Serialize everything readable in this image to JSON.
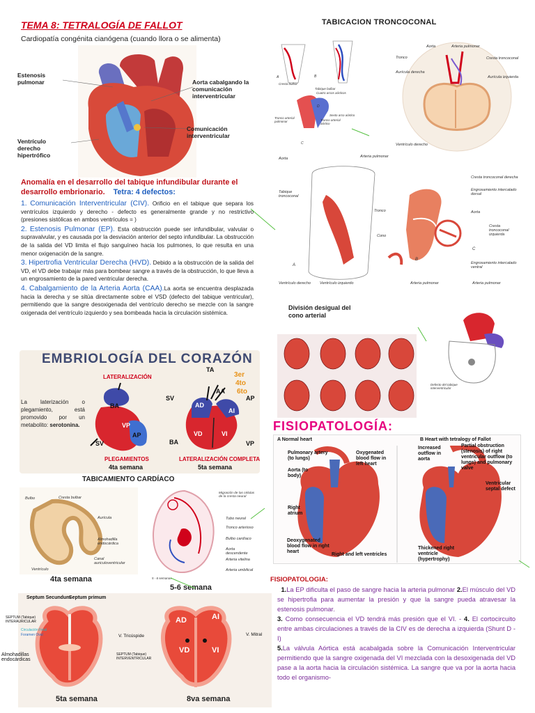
{
  "title": "TEMA 8: TETRALOGÍA DE FALLOT",
  "subtitle": "Cardiopatía congénita cianógena (cuando llora o se alimenta)",
  "heart_figure": {
    "labels": {
      "estenosis": "Estenosis pulmonar",
      "aorta": "Aorta cabalgando la comunicación interventricular",
      "comunicacion": "Comunicación interventricular",
      "ventriculo": "Ventrículo derecho hipertrófico"
    }
  },
  "anomaly": {
    "text": "Anomalía en el desarrollo del tabique infundibular durante el desarrollo embrionario.",
    "tetra": "Tetra: 4 defectos:"
  },
  "defects": [
    {
      "num": "1.",
      "heading": "Comunicación Interventricular (CIV).",
      "text": "Orificio en el tabique que separa los ventrículos izquierdo y derecho - defecto es generalmente grande y no restrictivo (presiones sistólicas en ambos ventrículos = )"
    },
    {
      "num": "2.",
      "heading": "Estenosis Pulmonar (EP).",
      "text": "Esta obstrucción puede ser infundibular, valvular o supravalvular, y es causada por la desviación anterior del septo infundibular. La obstrucción de la salida del VD limita el flujo sanguíneo hacia los pulmones, lo que resulta en una menor oxigenación de la sangre."
    },
    {
      "num": "3.",
      "heading": "Hipertrofia Ventricular Derecha (HVD).",
      "text": "Debido a la obstrucción de la salida del VD, el VD debe trabajar más para bombear sangre a través de la obstrucción, lo que lleva a un engrosamiento de la pared ventricular derecha."
    },
    {
      "num": "4.",
      "heading": "Cabalgamiento de la Arteria Aorta (CAA).",
      "text": "La aorta se encuentra desplazada hacia la derecha y se sitúa directamente sobre el VSD (defecto del tabique ventricular), permitiendo que la sangre desoxigenada del ventrículo derecho se mezcle con la sangre oxigenada del ventrículo izquierdo y sea bombeada hacia la circulación sistémica."
    }
  ],
  "embrio": {
    "title": "EMBRIOLOGÍA DEL CORAZÓN",
    "lateralizacion": "LATERALIZACIÓN",
    "text_a": "La laterización o plegamiento, está promovido por un metabolito:",
    "text_b": "serotonina.",
    "ta": "TA",
    "ba": "BA",
    "vp": "VP",
    "ap": "AP",
    "sv": "SV",
    "ad": "AD",
    "aa": "AA",
    "ai": "AI",
    "vd": "VD",
    "vi": "VI",
    "n3": "3er",
    "n4": "4to",
    "n6": "6to",
    "plegamientos": "PLEGAMIENTOS",
    "sem4": "4ta semana",
    "lat_completa": "LATERALIZACIÓN COMPLETA",
    "sem5": "5ta semana"
  },
  "tabic": {
    "title": "TABICAMIENTO CARDÍACO",
    "bulbo": "Bulbo",
    "cresta": "Cresta bulbar",
    "auricula": "Aurícula",
    "almohadilla": "Almohadilla endocárdica",
    "canal": "Canal auriculoventricular",
    "ventriculo": "Ventrículo",
    "sem4": "4ta semana",
    "sem56": "5-6 semana",
    "migracion": "Migración de las células de la cresta neural",
    "tubo": "Tubo neural",
    "tronco": "Tronco arterioso",
    "bulbo_cardiaco": "Bulbo cardíaco",
    "aorta_desc": "Aorta descendente",
    "arteria_vitelina": "Arteria vitelina",
    "arteria_umbilical": "Arteria umbilical",
    "semanas_small": "5 - 6 semanas"
  },
  "septum": {
    "secundum": "Septum Secundum",
    "primum": "Septum primum",
    "interauricular": "SEPTUM (Tabique) INTERAURICULAR",
    "circulacion": "Circulación Fetal",
    "foramen": "Foramen Oval",
    "almohadillas": "Almohadillas endocárdicas",
    "interventricular": "SEPTUM (Tabique) INTERVENTRICULAR",
    "tricuspide": "V. Tricúspide",
    "mitral": "V. Mitral",
    "ad": "AD",
    "ai": "AI",
    "vd": "VD",
    "vi": "VI",
    "sem5": "5ta semana",
    "sem8": "8va semana"
  },
  "tabicacion": {
    "title": "TABICACION TRONCOCONAL",
    "cresta_bulbar": "Cresta bulbar",
    "tabique_bulbar": "Tabique bulbar",
    "cuatro_arcos": "Cuatro arcos aórticos",
    "tronco_pulmonar": "Tronco arterial pulmonar",
    "tronco_aortico": "Tronco arterial aórtico",
    "cuarto_arco": "Sexto arco aórtico",
    "aorta": "Aorta",
    "arteria_pulmonar": "Arteria pulmonar",
    "troncoconal": "Tronco",
    "cresta_tronco": "Cresta troncoconal",
    "auricula_der": "Aurícula derecha",
    "auricula_izq": "Aurícula izquierda",
    "ventriculo_der": "Ventrículo derecho",
    "a": "A",
    "b": "B",
    "c": "C",
    "d": "D"
  },
  "troncoconal": {
    "aorta": "Aorta",
    "arteria_pulmonar": "Arteria pulmonar",
    "tabique": "Tabique troncoconal",
    "tronco": "Tronco",
    "cono": "Cono",
    "ventriculo_der": "Ventrículo derecho",
    "ventriculo_izq": "Ventrículo izquierdo",
    "arteria_pul2": "Arteria pulmonar",
    "cresta_der": "Cresta troncoconal derecha",
    "engr_dorsal": "Engrosamiento intercalado dorsal",
    "aorta2": "Aorta",
    "cresta_izq": "Cresta troncoconal izquierda",
    "engr_ventral": "Engrosamiento intercalado ventral",
    "arteria_pul3": "Arteria pulmonar",
    "a": "A",
    "b": "B",
    "c": "C"
  },
  "cono": {
    "title": "División desigual del cono arterial",
    "defecto": "Defecto del tabique interventricular"
  },
  "fisio": {
    "title": "FISIOPATOLOGÍA:",
    "normal": "Normal heart",
    "fallot": "Heart with tetralogy of Fallot",
    "pulmonary_artery": "Pulmonary artery (to lungs)",
    "oxygenated": "Oxygenated blood flow in left heart",
    "aorta": "Aorta (to body)",
    "right_atrium": "Right atrium",
    "deoxygenated": "Deoxygenated blood flow in right heart",
    "ventricles": "Right and left ventricles",
    "increased": "Increased outflow in aorta",
    "partial": "Partial obstruction (stenosis) of right ventricular outflow (to lungs) and pulmonary valve",
    "septal": "Ventricular septal defect",
    "thickened": "Thickened right ventricle (hypertrophy)",
    "a": "A",
    "b": "B"
  },
  "fisio_text": {
    "subtitle": "FISIOPATOLOGIA:",
    "p1_num": "1.",
    "p1": "La EP dificulta el paso de sangre hacia la arteria pulmonar",
    "p2_num": "2.",
    "p2": "El músculo del VD se hipertrofia para aumentar la presión y que la sangre pueda atravesar la estenosis pulmonar.",
    "p3_num": "3.",
    "p3": "Como consecuencia el VD tendrá más presión que el VI. -",
    "p4_num": "4.",
    "p4": "El cortocircuito entre ambas circulaciones a través de la CIV es de derecha a izquierda (Shunt D - I)",
    "p5_num": "5.",
    "p5": "La válvula Aórtica está acabalgada sobre la Comunicación Interventricular permitiendo que la sangre oxigenada del VI mezclada con la desoxigenada del VD pase a la aorta hacia la circulación sistémica. La sangre que va por la aorta hacia todo el organismo-"
  }
}
